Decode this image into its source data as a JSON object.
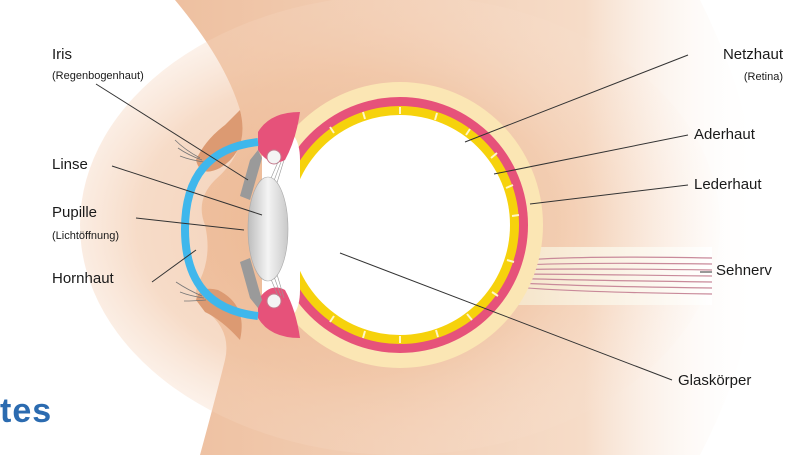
{
  "labels": {
    "iris": "Iris",
    "iris_sub": "(Regenbogenhaut)",
    "linse": "Linse",
    "pupille": "Pupille",
    "pupille_sub": "(Lichtöffnung)",
    "hornhaut": "Hornhaut",
    "netzhaut": "Netzhaut",
    "netzhaut_sub": "(Retina)",
    "aderhaut": "Aderhaut",
    "lederhaut": "Lederhaut",
    "sehnerv": "Sehnerv",
    "glaskoerper": "Glaskörper"
  },
  "brand_fragment": "tes",
  "colors": {
    "skin": "#f3cdb1",
    "sclera": "#fbe6b4",
    "choroid": "#e6527a",
    "retina": "#f6d20c",
    "cornea": "#3fb7ec",
    "lens": "#d8d8d8",
    "brand": "#2b6bb0"
  }
}
